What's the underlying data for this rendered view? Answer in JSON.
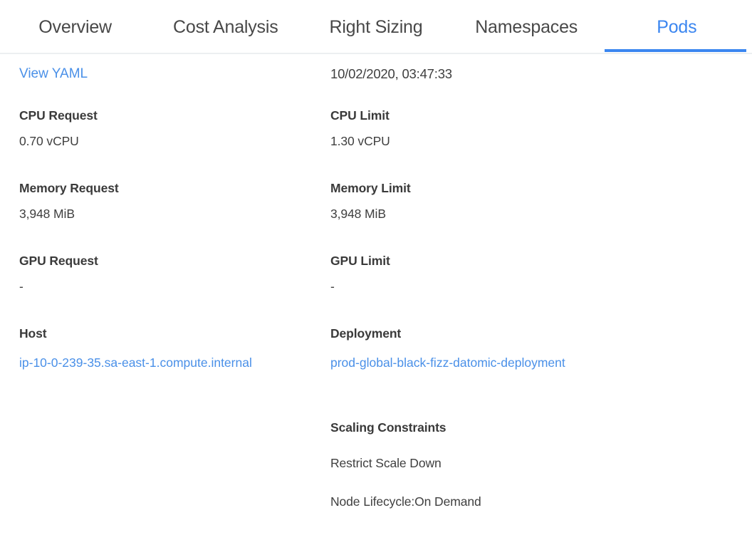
{
  "tabs": [
    {
      "label": "Overview",
      "active": false
    },
    {
      "label": "Cost Analysis",
      "active": false
    },
    {
      "label": "Right Sizing",
      "active": false
    },
    {
      "label": "Namespaces",
      "active": false
    },
    {
      "label": "Pods",
      "active": true
    }
  ],
  "colors": {
    "accent": "#3b86f0",
    "link": "#4a90e8",
    "text": "#3f3f3f",
    "label": "#3a3a3a",
    "divider": "#eceff1"
  },
  "detail": {
    "view_yaml_link": "View YAML",
    "timestamp": "10/02/2020, 03:47:33",
    "cpu_request": {
      "label": "CPU Request",
      "value": "0.70 vCPU"
    },
    "cpu_limit": {
      "label": "CPU Limit",
      "value": "1.30 vCPU"
    },
    "memory_request": {
      "label": "Memory Request",
      "value": "3,948 MiB"
    },
    "memory_limit": {
      "label": "Memory Limit",
      "value": "3,948 MiB"
    },
    "gpu_request": {
      "label": "GPU Request",
      "value": "-"
    },
    "gpu_limit": {
      "label": "GPU Limit",
      "value": "-"
    },
    "host": {
      "label": "Host",
      "value": "ip-10-0-239-35.sa-east-1.compute.internal"
    },
    "deployment": {
      "label": "Deployment",
      "value": "prod-global-black-fizz-datomic-deployment"
    },
    "scaling_constraints": {
      "label": "Scaling Constraints",
      "items": [
        "Restrict Scale Down",
        "Node Lifecycle:On Demand"
      ]
    }
  }
}
